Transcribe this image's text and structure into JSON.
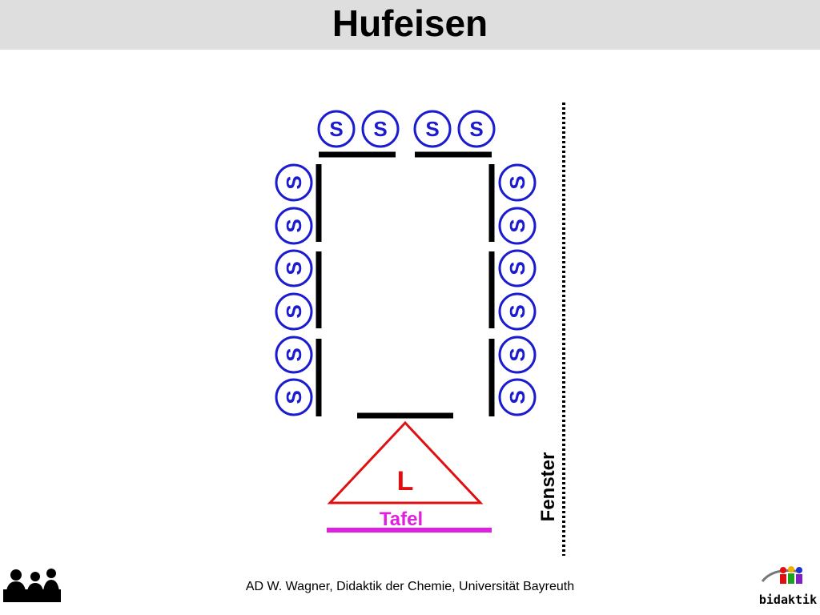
{
  "title": "Hufeisen",
  "student_label": "S",
  "teacher_label": "L",
  "board_label": "Tafel",
  "window_label": "Fenster",
  "footer": "AD W. Wagner, Didaktik der Chemie, Universität Bayreuth",
  "logo_text": "bidaktik",
  "colors": {
    "student": "#1b1bd0",
    "table": "#000000",
    "teacher": "#e01010",
    "board": "#e020e0",
    "title_bar": "#dedede"
  }
}
